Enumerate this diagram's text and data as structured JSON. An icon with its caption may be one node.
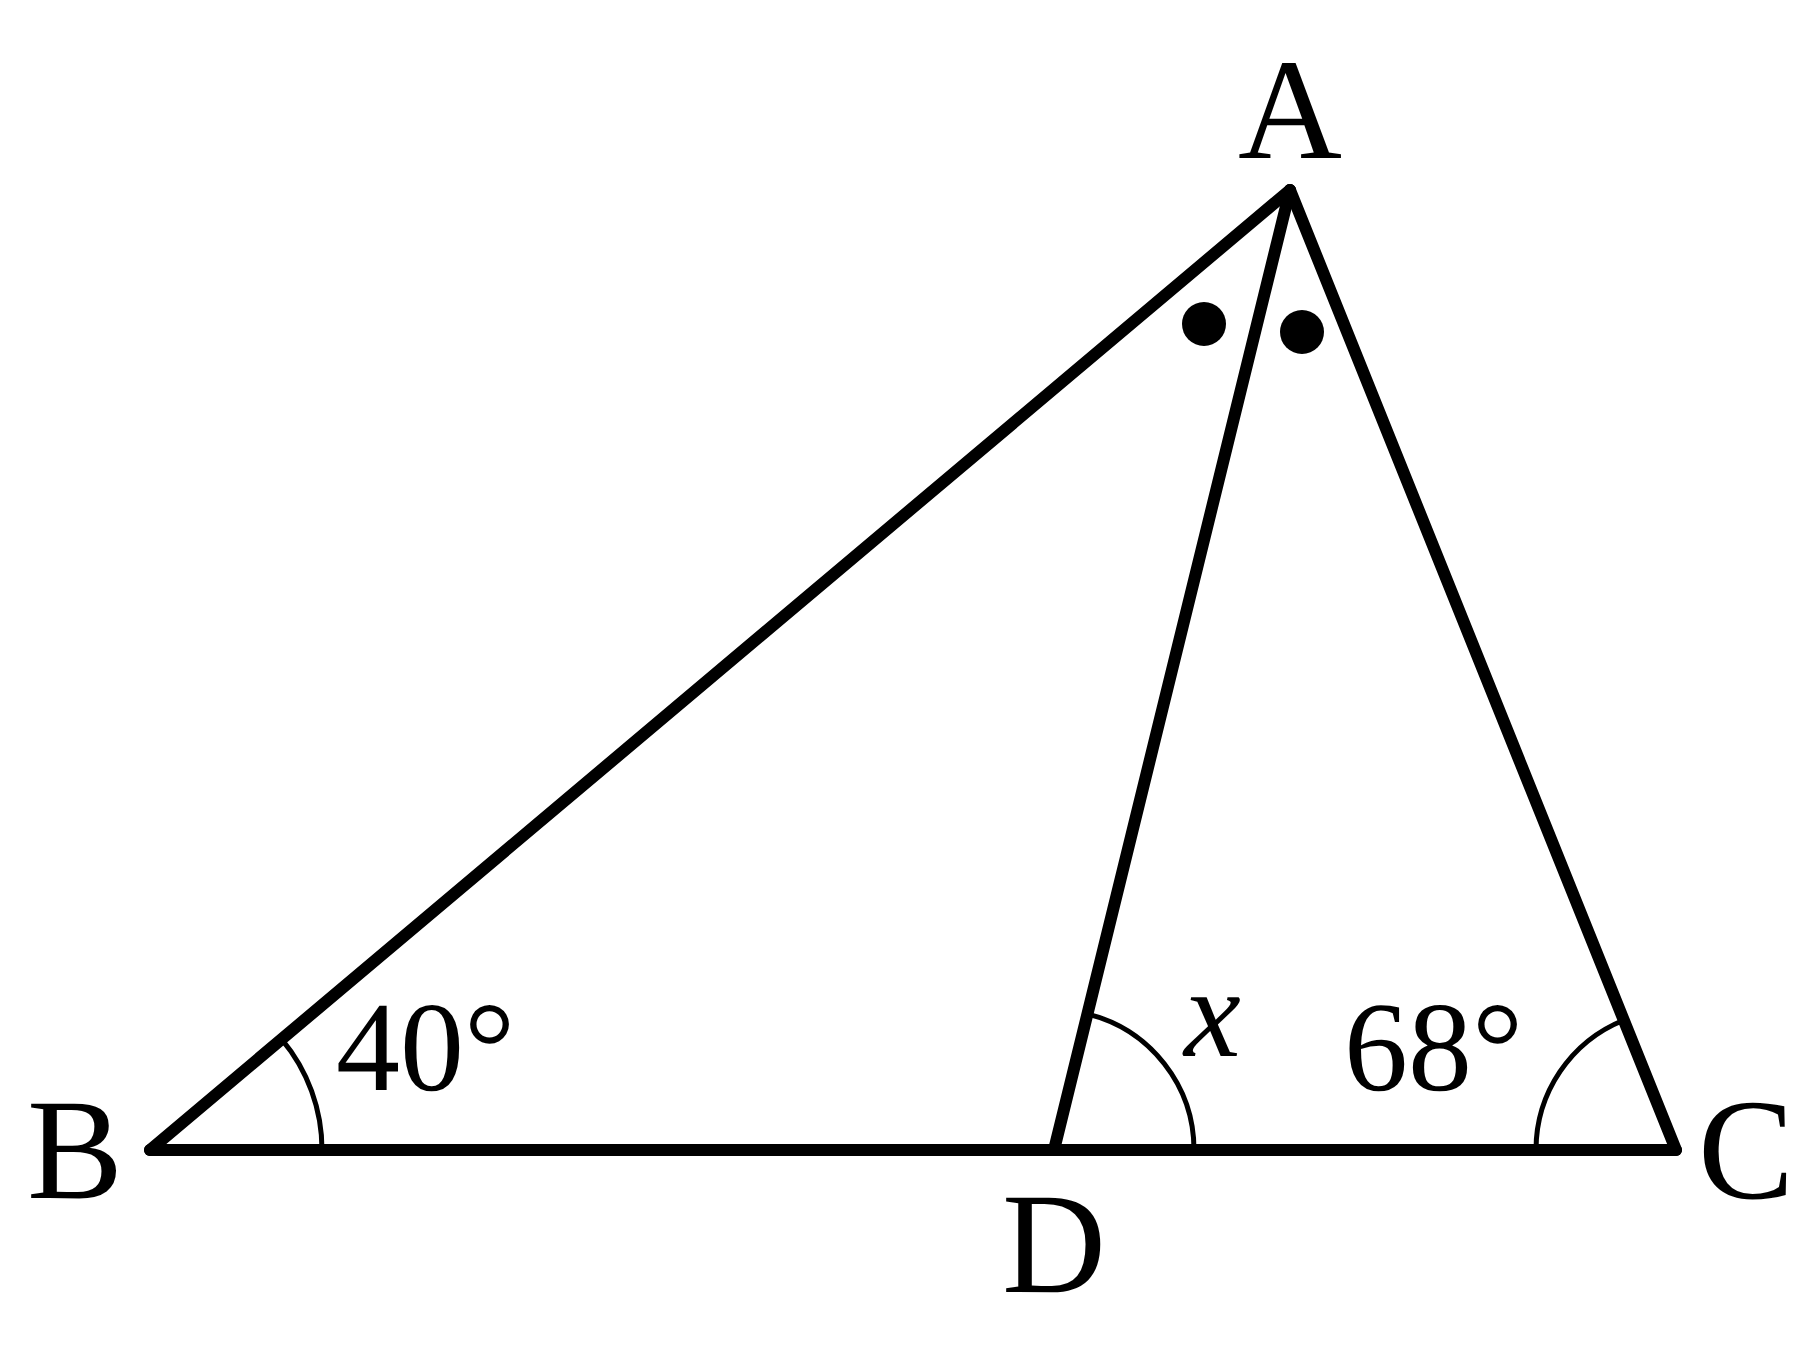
{
  "diagram": {
    "nodes": [
      {
        "text": [
          "A"
        ]
      },
      {
        "text": [
          "B"
        ]
      },
      {
        "text": [
          "C"
        ]
      },
      {
        "text": [
          "D"
        ]
      }
    ],
    "edges": [
      {
        "from": 0,
        "to": 1,
        "arrow": "none"
      },
      {
        "from": 0,
        "to": 3,
        "arrow": "none"
      },
      {
        "from": 0,
        "to": 2,
        "arrow": "none"
      },
      {
        "from": 1,
        "to": 3,
        "arrow": "none"
      },
      {
        "from": 3,
        "to": 2,
        "arrow": "none"
      }
    ],
    "labels": [
      "40°",
      "x",
      "68°"
    ]
  }
}
